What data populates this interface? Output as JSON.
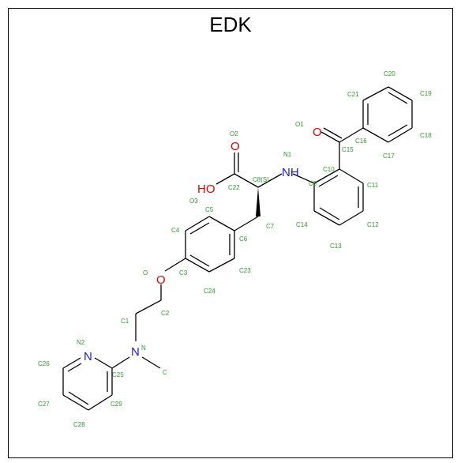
{
  "title": "EDK",
  "colors": {
    "atom_label": "#2e9a2e",
    "oxygen": "#e00000",
    "nitrogen": "#1a1adc",
    "bond": "#000000"
  },
  "element_symbols": {
    "ketone_oxygen": "O",
    "carbonyl_oxygen": "O",
    "hydroxyl": "HO",
    "amine": "NH",
    "pyridine_nitrogen": "N",
    "amine_nitrogen": "N",
    "ether_oxygen": "O"
  },
  "atom_labels": [
    "O1",
    "O2",
    "N1",
    "O3",
    "O",
    "N2",
    "N",
    "C",
    "C1",
    "C2",
    "C3",
    "C4",
    "C5",
    "C6",
    "C7",
    "C8(S)",
    "C9",
    "C10",
    "C11",
    "C12",
    "C13",
    "C14",
    "C15",
    "C16",
    "C17",
    "C18",
    "C19",
    "C20",
    "C21",
    "C22",
    "C23",
    "C24",
    "C25",
    "C26",
    "C27",
    "C28",
    "C29"
  ]
}
